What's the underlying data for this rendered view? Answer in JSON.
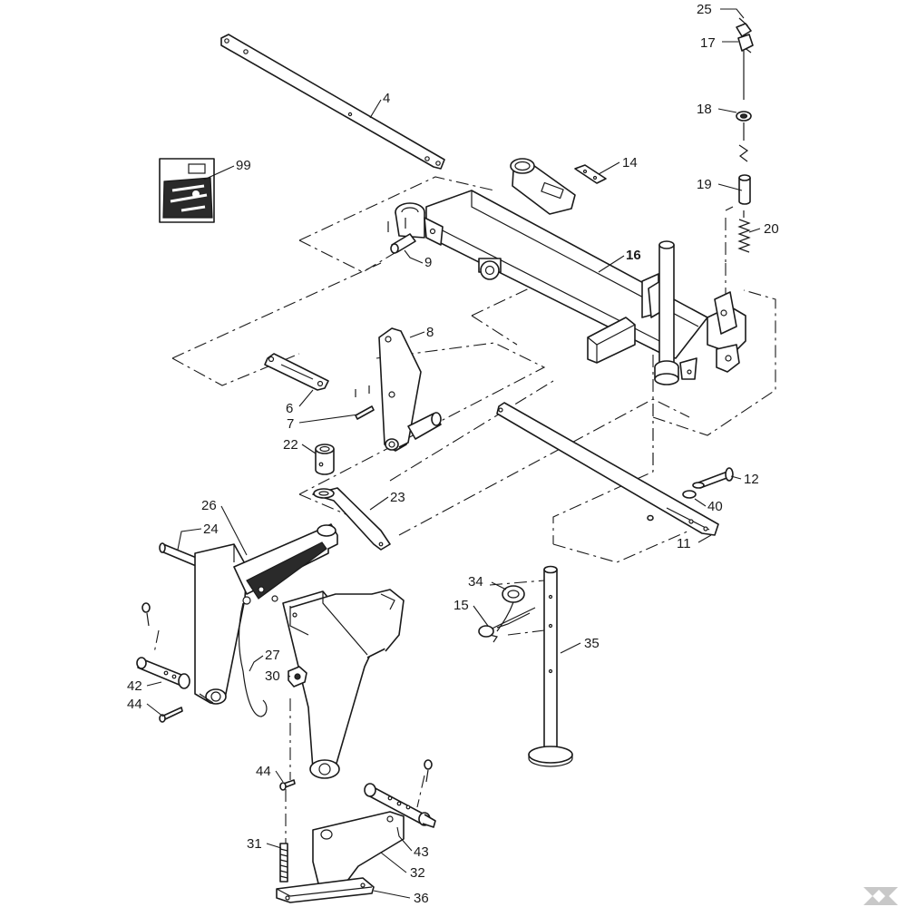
{
  "diagram": {
    "labels": [
      {
        "id": "p25",
        "text": "25"
      },
      {
        "id": "p17",
        "text": "17"
      },
      {
        "id": "p18",
        "text": "18"
      },
      {
        "id": "p19",
        "text": "19"
      },
      {
        "id": "p20",
        "text": "20"
      },
      {
        "id": "p4",
        "text": "4"
      },
      {
        "id": "p99",
        "text": "99"
      },
      {
        "id": "p14",
        "text": "14"
      },
      {
        "id": "p16",
        "text": "16"
      },
      {
        "id": "p9",
        "text": "9"
      },
      {
        "id": "p8",
        "text": "8"
      },
      {
        "id": "p6",
        "text": "6"
      },
      {
        "id": "p7",
        "text": "7"
      },
      {
        "id": "p22",
        "text": "22"
      },
      {
        "id": "p23",
        "text": "23"
      },
      {
        "id": "p12",
        "text": "12"
      },
      {
        "id": "p40",
        "text": "40"
      },
      {
        "id": "p11",
        "text": "11"
      },
      {
        "id": "p26",
        "text": "26"
      },
      {
        "id": "p24",
        "text": "24"
      },
      {
        "id": "p34",
        "text": "34"
      },
      {
        "id": "p15",
        "text": "15"
      },
      {
        "id": "p35",
        "text": "35"
      },
      {
        "id": "p27",
        "text": "27"
      },
      {
        "id": "p30",
        "text": "30"
      },
      {
        "id": "p42",
        "text": "42"
      },
      {
        "id": "p44a",
        "text": "44"
      },
      {
        "id": "p44b",
        "text": "44"
      },
      {
        "id": "p31",
        "text": "31"
      },
      {
        "id": "p43",
        "text": "43"
      },
      {
        "id": "p32",
        "text": "32"
      },
      {
        "id": "p36",
        "text": "36"
      }
    ],
    "colors": {
      "line": "#1a1a1a",
      "background": "#ffffff",
      "logo": "#c8c8c8"
    },
    "logo_icon": "k-chevron-logo"
  }
}
